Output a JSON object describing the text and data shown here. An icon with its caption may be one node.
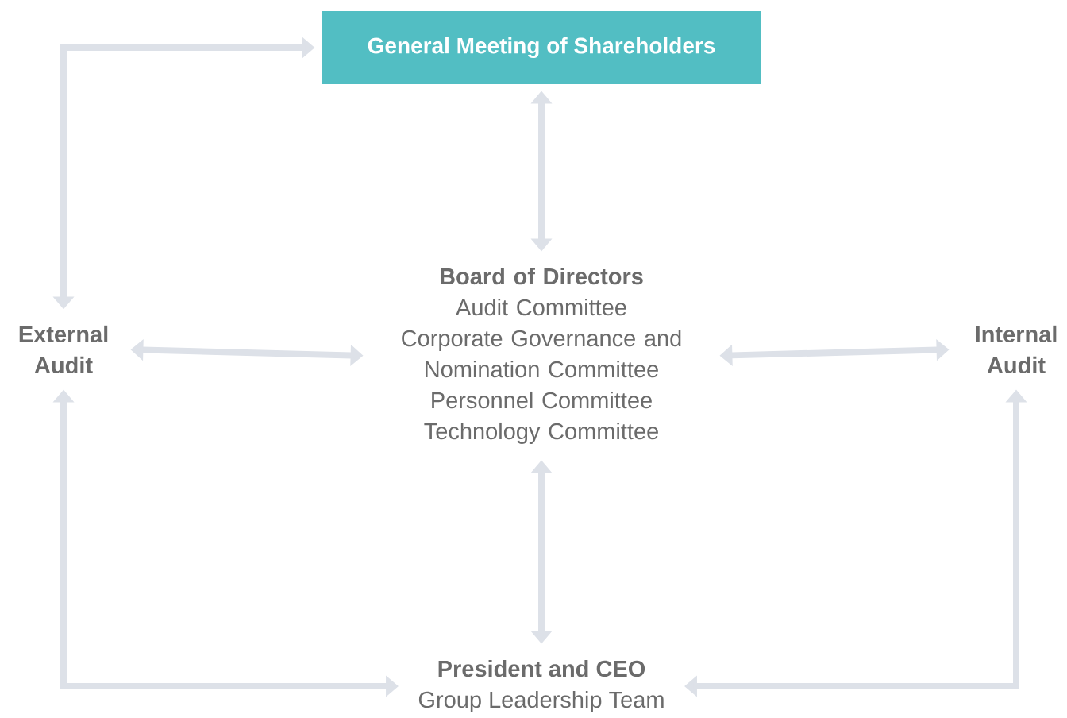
{
  "diagram": {
    "nodes": [
      {
        "text": [
          "General Meeting of Shareholders"
        ]
      },
      {
        "text": [
          "External Audit"
        ]
      },
      {
        "text": [
          "Board of Directors",
          "Audit Committee",
          "Corporate Governance and Nomination Committee",
          "Personnel Committee",
          "Technology Committee"
        ]
      },
      {
        "text": [
          "Internal Audit"
        ]
      },
      {
        "text": [
          "President and CEO",
          "Group Leadership Team"
        ]
      }
    ],
    "edges": [
      {
        "from": 1,
        "to": 0,
        "arrow": "both"
      },
      {
        "from": 0,
        "to": 2,
        "arrow": "both"
      },
      {
        "from": 1,
        "to": 2,
        "arrow": "both"
      },
      {
        "from": 2,
        "to": 3,
        "arrow": "both"
      },
      {
        "from": 2,
        "to": 4,
        "arrow": "both"
      },
      {
        "from": 1,
        "to": 4,
        "arrow": "both"
      },
      {
        "from": 3,
        "to": 4,
        "arrow": "both"
      }
    ]
  }
}
